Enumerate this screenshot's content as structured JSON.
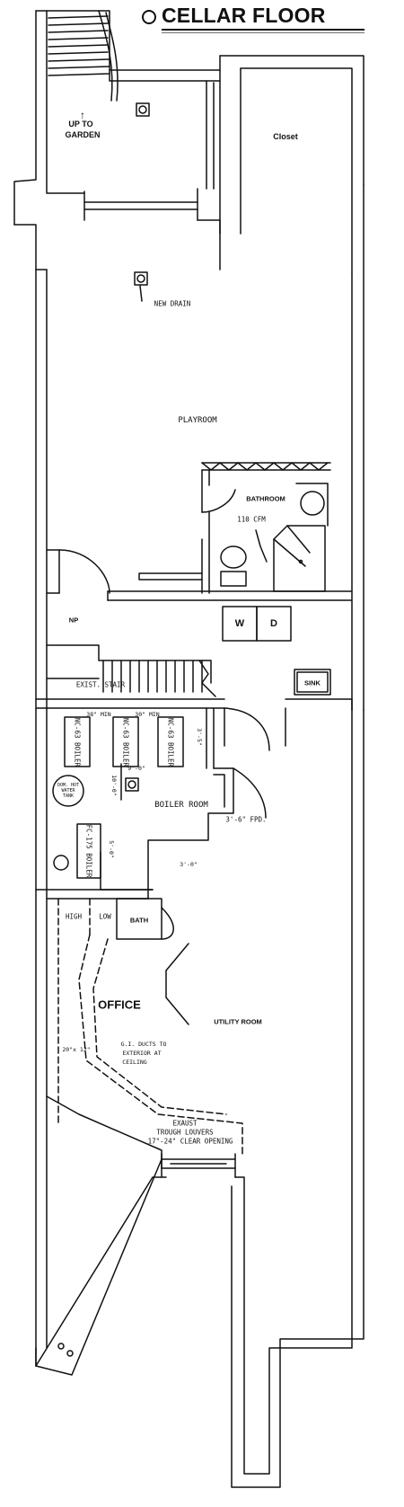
{
  "title": "CELLAR FLOOR",
  "labels": {
    "up_to_garden": [
      "UP TO",
      "GARDEN"
    ],
    "closet": "Closet",
    "new_drain": "NEW DRAIN",
    "playroom": "PLAYROOM",
    "bathroom": "BATHROOM",
    "cfm": "110 CFM",
    "np": "NP",
    "washer": "W",
    "dryer": "D",
    "exist_stair": "EXIST. STAIR",
    "sink": "SINK",
    "boiler_room": "BOILER ROOM",
    "boilers": [
      "NC-63 BOILER",
      "NC-63 BOILER",
      "NC-63 BOILER",
      "FC-175 BOILER"
    ],
    "boiler_dims": [
      "38\" MIN",
      "30\" MIN",
      "9'-0\"",
      "3'-5\"",
      "10'-0\"",
      "5'-0\"",
      "3'-0\""
    ],
    "tank": "DOM. HOT WATER TANK",
    "fire_door": "3'-6\" FPD.",
    "high": "HIGH",
    "low": "LOW",
    "bath": "BATH",
    "office": "OFFICE",
    "utility_room": "UTILITY ROOM",
    "duct_size": "20\"x 12\"",
    "gi_ducts": [
      "G.I. DUCTS TO",
      "EXTERIOR AT",
      "CEILING"
    ],
    "exhaust": [
      "EXAUST",
      "TROUGH LOUVERS",
      "17\"-24\" CLEAR OPENING"
    ]
  }
}
